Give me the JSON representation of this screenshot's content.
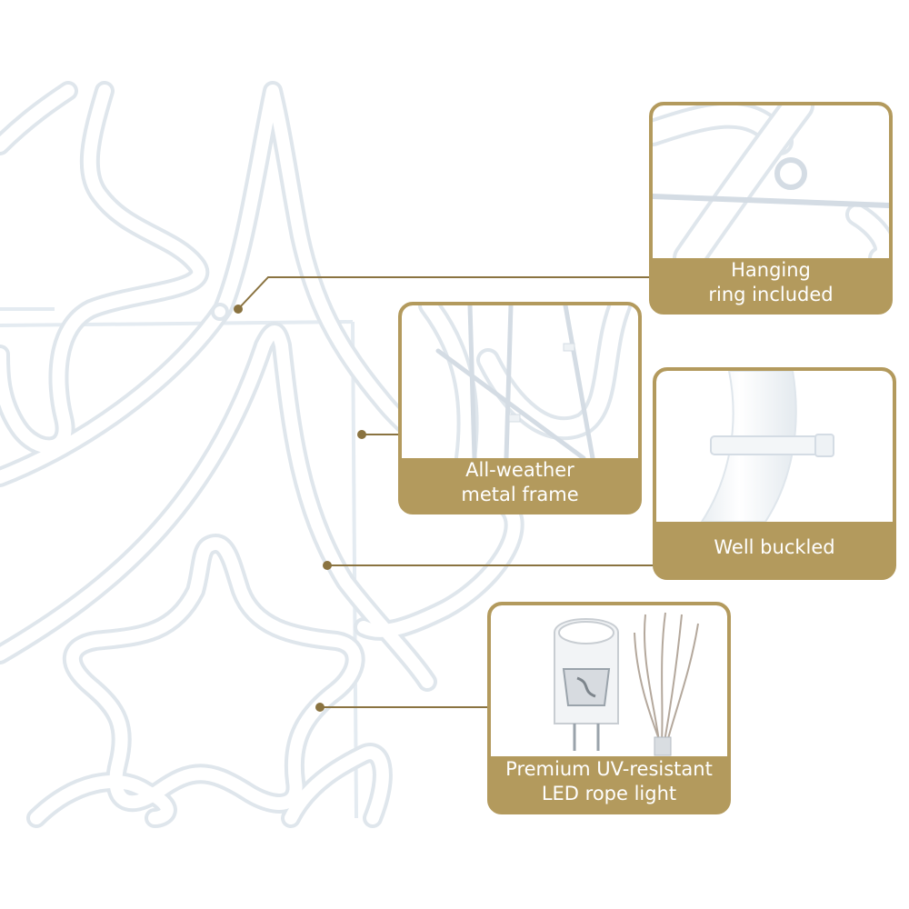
{
  "theme": {
    "accent_gold": "#b39a5d",
    "rope_fill": "#ffffff",
    "rope_outline": "#e3e9ee",
    "frame_wire": "#e4ebf1"
  },
  "product": {
    "subject": "christmas-tree-star-rope-light-motif"
  },
  "callouts": {
    "hanging_ring": {
      "label": "Hanging\nring included",
      "icon": "hanging-ring-closeup"
    },
    "metal_frame": {
      "label": "All-weather\nmetal frame",
      "icon": "metal-frame-closeup"
    },
    "buckled": {
      "label": "Well buckled",
      "icon": "cable-tie-closeup"
    },
    "led": {
      "label": "Premium UV-resistant\nLED rope light",
      "icon": "led-bulb-closeup"
    }
  }
}
